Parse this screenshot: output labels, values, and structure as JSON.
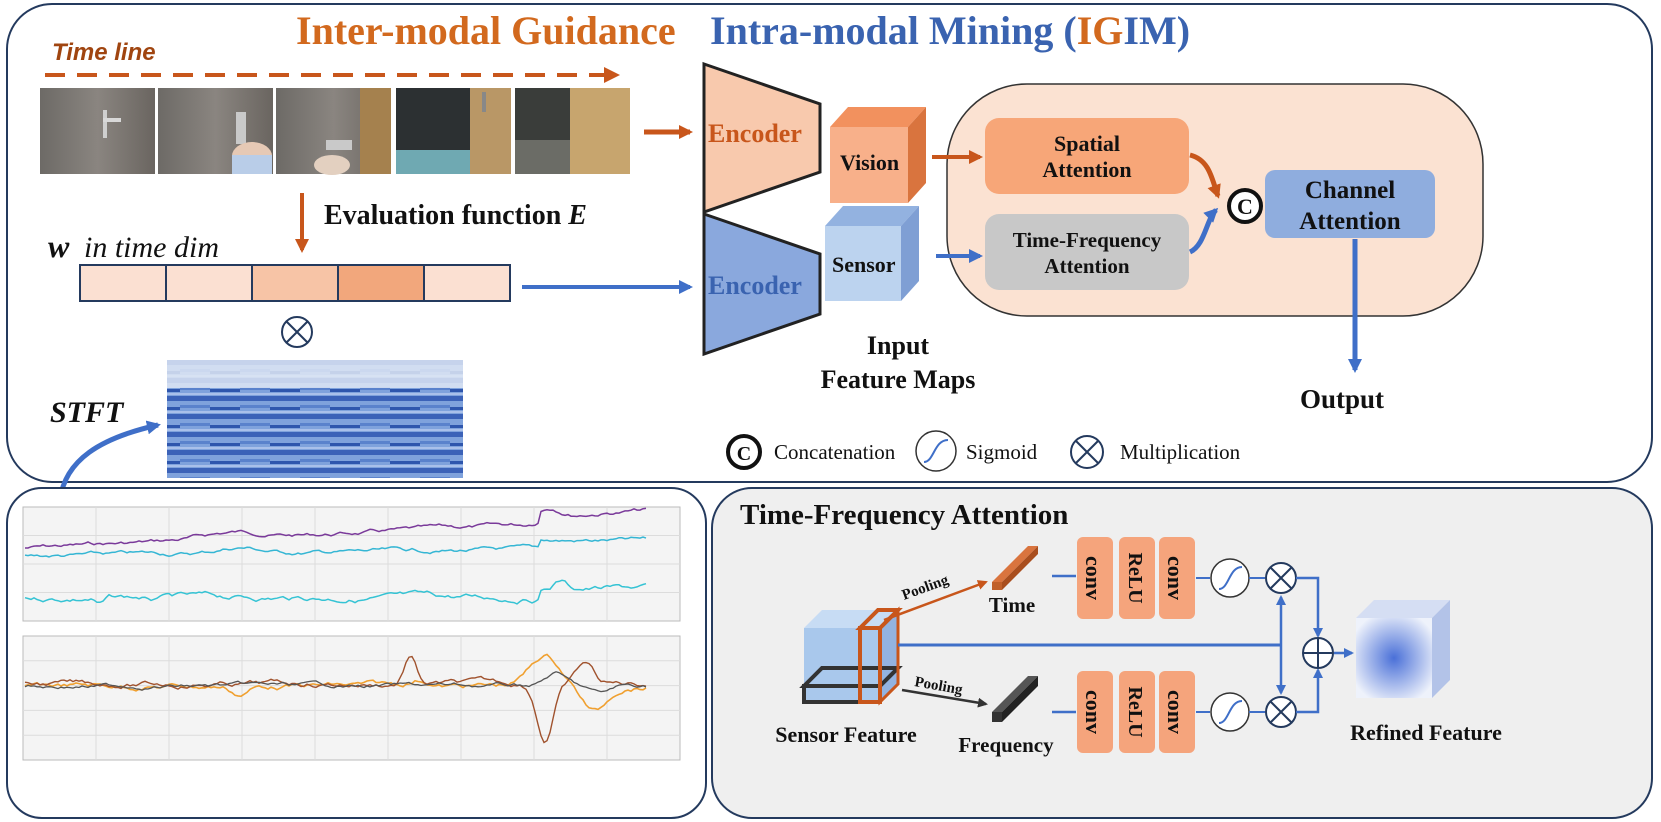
{
  "title": {
    "part1": "Inter-modal Guidance",
    "part2": "Intra-modal Mining (",
    "ig": "IG",
    "im": "IM",
    "close": ")"
  },
  "timeline": {
    "label": "Time line"
  },
  "evaluation": {
    "label": "Evaluation function",
    "symbol": "E"
  },
  "weights": {
    "symbol": "w",
    "label": "in time dim",
    "cell_colors": [
      "#fbe0d2",
      "#fbe0d2",
      "#f7c4a6",
      "#f2a77c",
      "#fbe0d2"
    ]
  },
  "multiply_symbol": "⊗",
  "stft": {
    "label": "STFT"
  },
  "encoder": {
    "vision_label": "Encoder",
    "sensor_label": "Encoder"
  },
  "feature_maps": {
    "vision": "Vision",
    "sensor": "Sensor",
    "caption_line1": "Input",
    "caption_line2": "Feature Maps"
  },
  "attention": {
    "spatial_line1": "Spatial",
    "spatial_line2": "Attention",
    "tf_line1": "Time-Frequency",
    "tf_line2": "Attention",
    "channel_line1": "Channel",
    "channel_line2": "Attention",
    "concat_symbol": "C",
    "output": "Output"
  },
  "legend": {
    "concat": "Concatenation",
    "sigmoid": "Sigmoid",
    "mult": "Multiplication"
  },
  "tfa": {
    "title": "Time-Frequency Attention",
    "pooling_top": "Pooling",
    "pooling_bottom": "Pooling",
    "time": "Time",
    "frequency": "Frequency",
    "sensor_feature": "Sensor Feature",
    "refined_feature": "Refined Feature",
    "conv": "conv",
    "relu": "ReLU"
  },
  "colors": {
    "orange": "#c8561b",
    "title_orange": "#d2691e",
    "blue": "#3f6fc8",
    "title_blue": "#3a63b0",
    "encoder_orange": "#f8c9ad",
    "encoder_blue": "#8aa8dd",
    "panel_peach": "#fbe2d2",
    "spatial_fill": "#f7a678",
    "tf_fill": "#c8c8c8",
    "channel_fill": "#8fadde",
    "conv_fill": "#f5a47c"
  }
}
